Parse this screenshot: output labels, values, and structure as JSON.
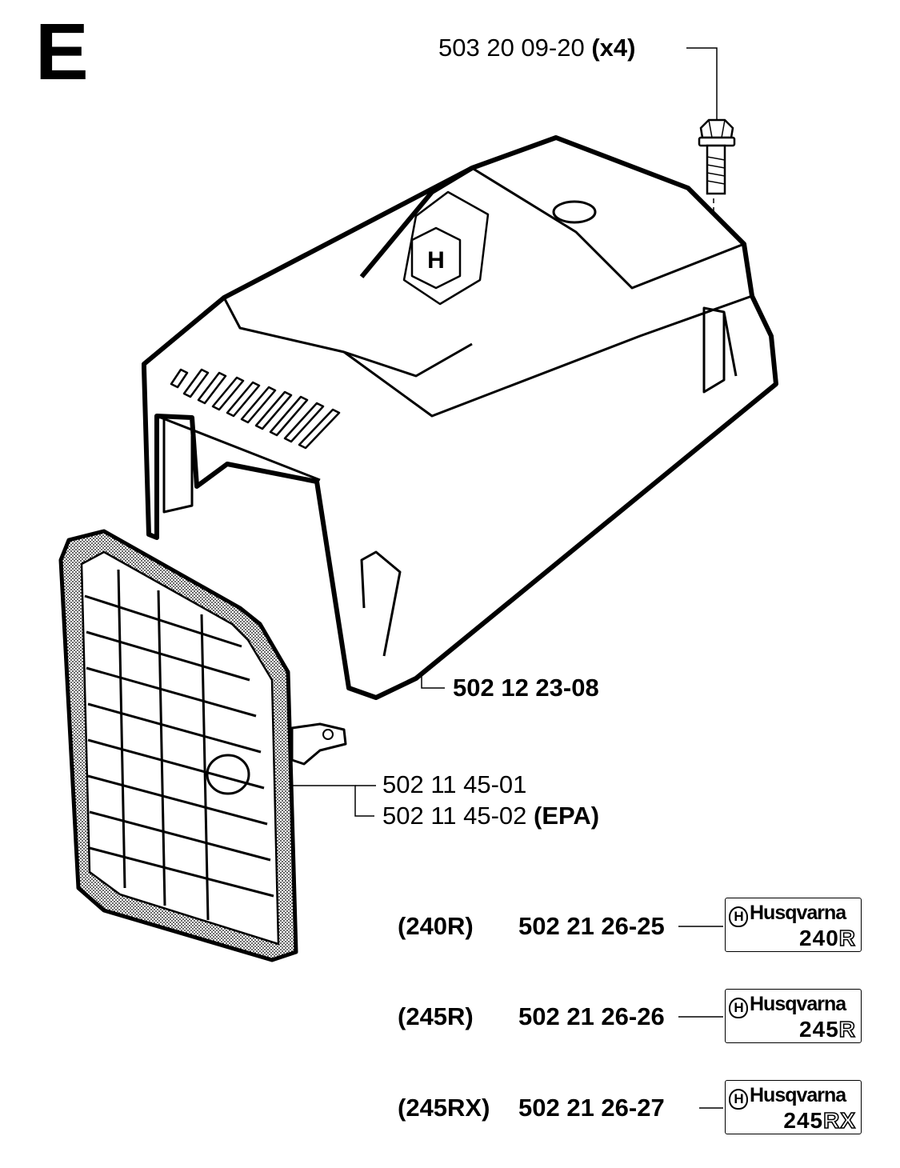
{
  "section": {
    "letter": "E"
  },
  "parts": {
    "screw": {
      "number": "503 20 09-20",
      "note": "(x4)"
    },
    "cover": {
      "number": "502 12 23-08"
    },
    "grille_std": {
      "number": "502 11 45-01"
    },
    "grille_epa": {
      "number": "502 11 45-02",
      "note": "(EPA)"
    }
  },
  "decals": [
    {
      "variant": "(240R)",
      "number": "502 21 26-25",
      "brand": "Husqvarna",
      "model_digits": "240",
      "model_suffix": "R"
    },
    {
      "variant": "(245R)",
      "number": "502 21 26-26",
      "brand": "Husqvarna",
      "model_digits": "245",
      "model_suffix": "R"
    },
    {
      "variant": "(245RX)",
      "number": "502 21 26-27",
      "brand": "Husqvarna",
      "model_digits": "245",
      "model_suffix": "RX"
    }
  ]
}
